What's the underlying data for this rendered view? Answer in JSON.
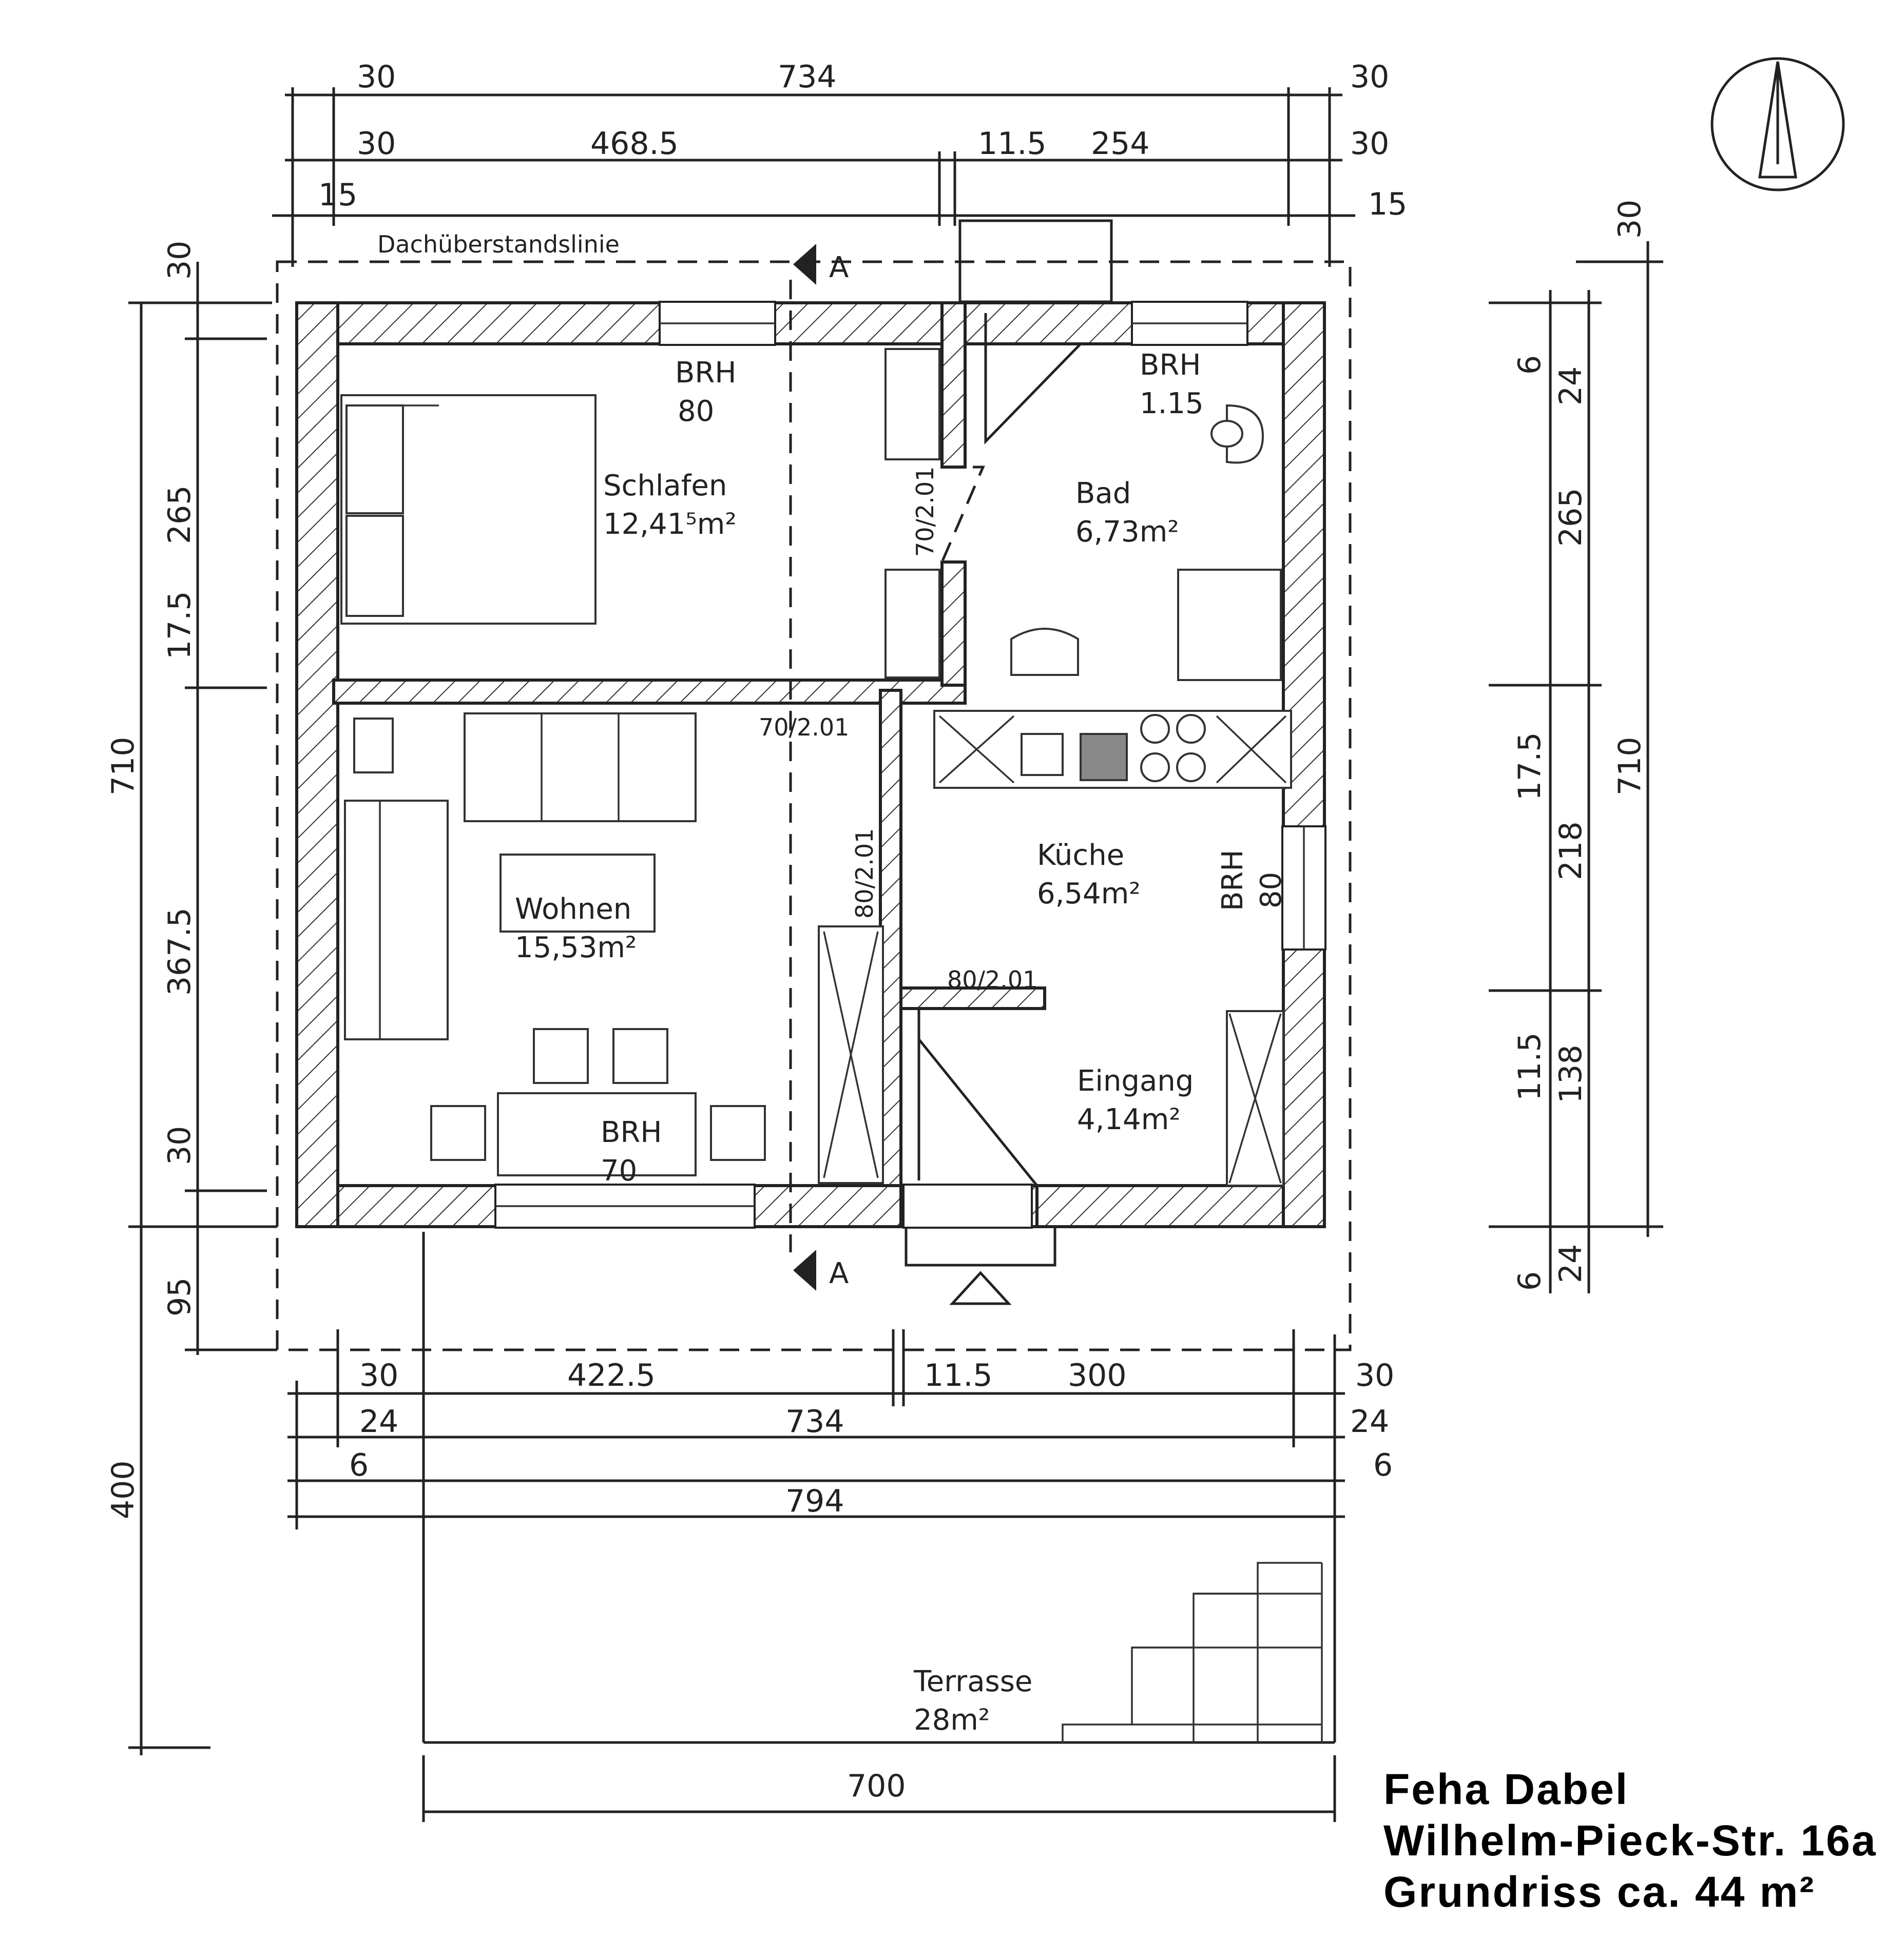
{
  "rooms": {
    "schlafen": {
      "name": "Schlafen",
      "area": "12,41⁵m²",
      "brh_label": "BRH",
      "brh_value": "80"
    },
    "bad": {
      "name": "Bad",
      "area": "6,73m²",
      "brh_label": "BRH",
      "brh_value": "1.15"
    },
    "wohnen": {
      "name": "Wohnen",
      "area": "15,53m²",
      "brh_label": "BRH",
      "brh_value": "70"
    },
    "kueche": {
      "name": "Küche",
      "area": "6,54m²",
      "brh_label": "BRH",
      "brh_value": "80"
    },
    "eingang": {
      "name": "Eingang",
      "area": "4,14m²"
    },
    "terrasse": {
      "name": "Terrasse",
      "area": "28m²"
    }
  },
  "doors": {
    "d1": "70/2.01",
    "d2": "70/2.01",
    "d3": "80/2.01",
    "d4": "80/2.01"
  },
  "overhang_label": "Dachüberstandslinie",
  "section_label": "A",
  "dims_top": {
    "r1": [
      "30",
      "734",
      "30"
    ],
    "r2": [
      "30",
      "468.5",
      "11.5",
      "254",
      "30"
    ],
    "r3": [
      "15",
      "15"
    ]
  },
  "dims_bottom": {
    "r1": [
      "30",
      "422.5",
      "11.5",
      "300",
      "30"
    ],
    "r2": [
      "24",
      "734",
      "24"
    ],
    "r3": [
      "6",
      "6"
    ],
    "r4": [
      "794"
    ],
    "terrace": [
      "700"
    ]
  },
  "dims_left": {
    "inner": [
      "30",
      "265",
      "17.5",
      "367.5",
      "30",
      "95"
    ],
    "outer": [
      "710",
      "400"
    ]
  },
  "dims_right": {
    "inner": [
      "6",
      "24",
      "17.5",
      "218",
      "11.5",
      "138",
      "6",
      "24"
    ],
    "mid": [
      "265"
    ],
    "outer": [
      "30",
      "710"
    ]
  },
  "title_block": {
    "line1": "Feha Dabel",
    "line2": "Wilhelm-Pieck-Str. 16a",
    "line3": "Grundriss ca. 44 m²"
  }
}
